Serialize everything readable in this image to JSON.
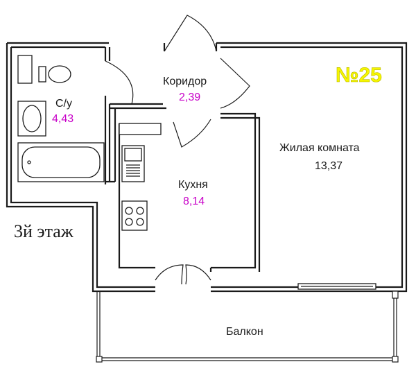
{
  "apartment_number": "№25",
  "floor_label": "3й этаж",
  "rooms": {
    "bathroom": {
      "name": "С/у",
      "area": "4,43"
    },
    "corridor": {
      "name": "Коридор",
      "area": "2,39"
    },
    "kitchen": {
      "name": "Кухня",
      "area": "8,14"
    },
    "living_room": {
      "name": "Жилая комната",
      "area": "13,37"
    },
    "balcony": {
      "name": "Балкон"
    }
  },
  "colors": {
    "walls": "#1a1a1a",
    "area_highlight": "#c800c8",
    "apartment_number": "#f6f600"
  }
}
